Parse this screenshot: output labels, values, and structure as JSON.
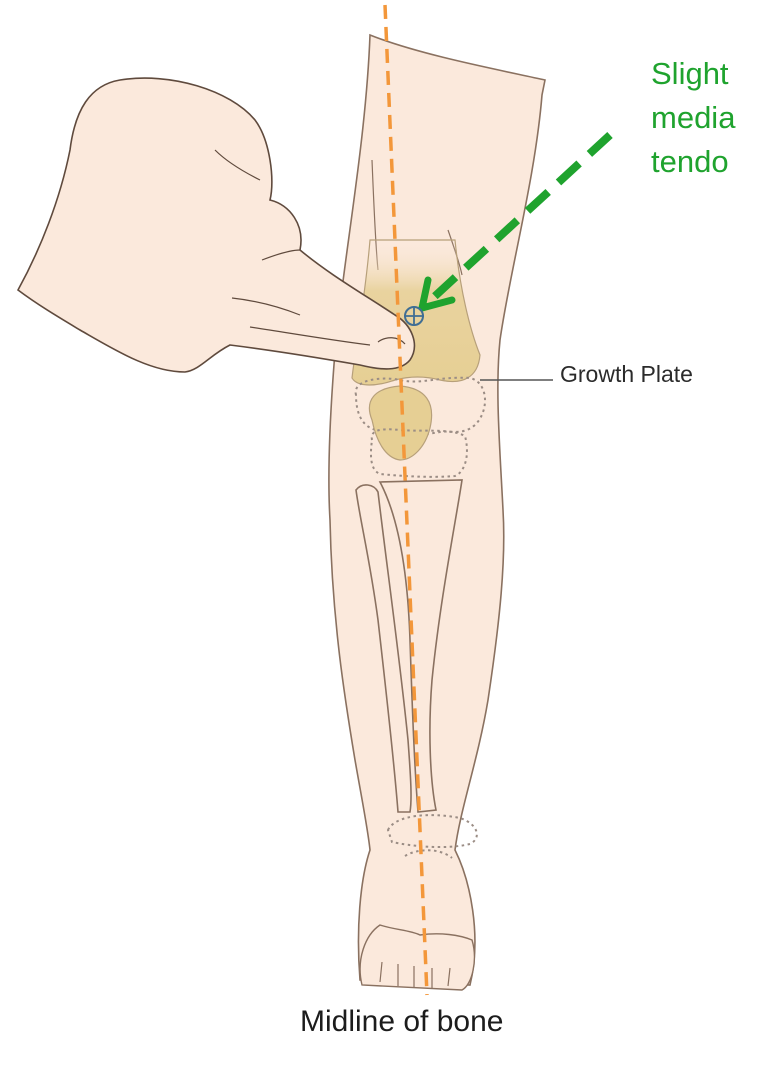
{
  "annotation": {
    "lines": [
      "Slight",
      "media",
      "tendo"
    ],
    "color": "#1fa32e"
  },
  "labels": {
    "growth_plate": "Growth Plate",
    "caption": "Midline of bone"
  },
  "colors": {
    "skin": "#fbe9dc",
    "outline": "#8a7160",
    "bone": "#e6cf94",
    "midline": "#f3973a",
    "arrow": "#1fa32e",
    "target": "#3f6e94"
  },
  "icons": {
    "target_marker": "crosshair-icon"
  }
}
